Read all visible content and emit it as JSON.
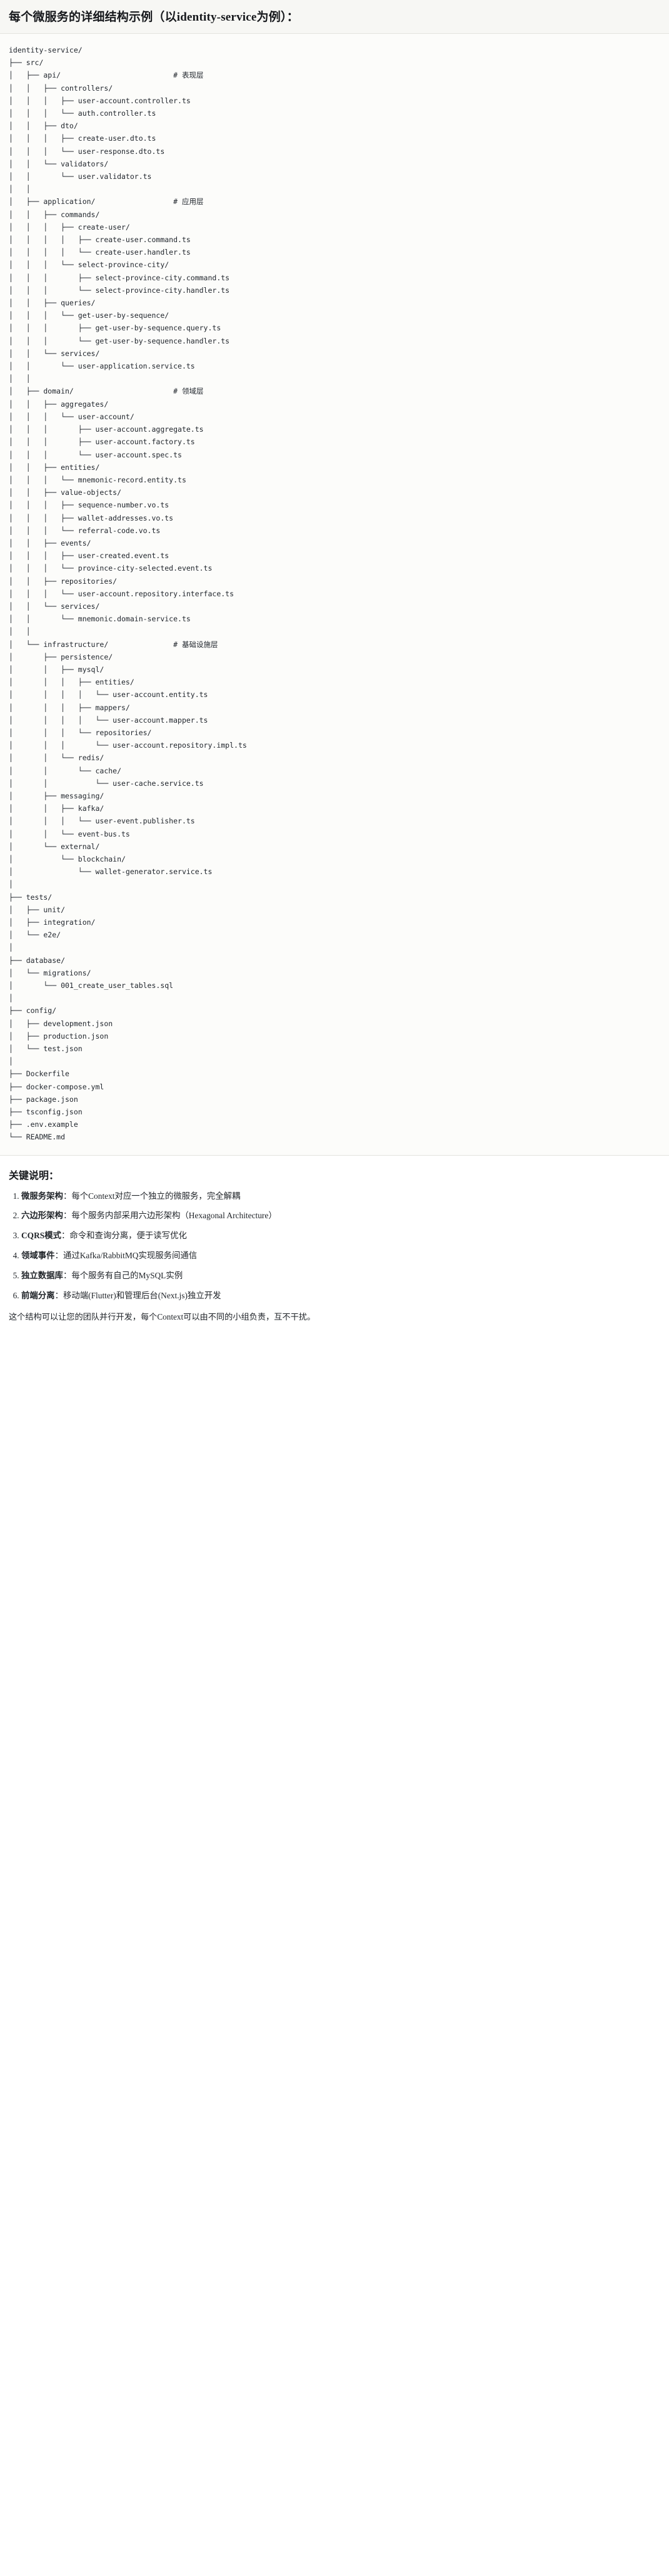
{
  "title": "每个微服务的详细结构示例（以identity-service为例）：",
  "tree": {
    "text": "identity-service/\n├── src/\n│   ├── api/                          # 表现层\n│   │   ├── controllers/\n│   │   │   ├── user-account.controller.ts\n│   │   │   └── auth.controller.ts\n│   │   ├── dto/\n│   │   │   ├── create-user.dto.ts\n│   │   │   └── user-response.dto.ts\n│   │   └── validators/\n│   │       └── user.validator.ts\n│   │\n│   ├── application/                  # 应用层\n│   │   ├── commands/\n│   │   │   ├── create-user/\n│   │   │   │   ├── create-user.command.ts\n│   │   │   │   └── create-user.handler.ts\n│   │   │   └── select-province-city/\n│   │   │       ├── select-province-city.command.ts\n│   │   │       └── select-province-city.handler.ts\n│   │   ├── queries/\n│   │   │   └── get-user-by-sequence/\n│   │   │       ├── get-user-by-sequence.query.ts\n│   │   │       └── get-user-by-sequence.handler.ts\n│   │   └── services/\n│   │       └── user-application.service.ts\n│   │\n│   ├── domain/                       # 领域层\n│   │   ├── aggregates/\n│   │   │   └── user-account/\n│   │   │       ├── user-account.aggregate.ts\n│   │   │       ├── user-account.factory.ts\n│   │   │       └── user-account.spec.ts\n│   │   ├── entities/\n│   │   │   └── mnemonic-record.entity.ts\n│   │   ├── value-objects/\n│   │   │   ├── sequence-number.vo.ts\n│   │   │   ├── wallet-addresses.vo.ts\n│   │   │   └── referral-code.vo.ts\n│   │   ├── events/\n│   │   │   ├── user-created.event.ts\n│   │   │   └── province-city-selected.event.ts\n│   │   ├── repositories/\n│   │   │   └── user-account.repository.interface.ts\n│   │   └── services/\n│   │       └── mnemonic.domain-service.ts\n│   │\n│   └── infrastructure/               # 基础设施层\n│       ├── persistence/\n│       │   ├── mysql/\n│       │   │   ├── entities/\n│       │   │   │   └── user-account.entity.ts\n│       │   │   ├── mappers/\n│       │   │   │   └── user-account.mapper.ts\n│       │   │   └── repositories/\n│       │   │       └── user-account.repository.impl.ts\n│       │   └── redis/\n│       │       └── cache/\n│       │           └── user-cache.service.ts\n│       ├── messaging/\n│       │   ├── kafka/\n│       │   │   └── user-event.publisher.ts\n│       │   └── event-bus.ts\n│       └── external/\n│           └── blockchain/\n│               └── wallet-generator.service.ts\n│\n├── tests/\n│   ├── unit/\n│   ├── integration/\n│   └── e2e/\n│\n├── database/\n│   └── migrations/\n│       └── 001_create_user_tables.sql\n│\n├── config/\n│   ├── development.json\n│   ├── production.json\n│   └── test.json\n│\n├── Dockerfile\n├── docker-compose.yml\n├── package.json\n├── tsconfig.json\n├── .env.example\n└── README.md",
    "layer_comments": [
      "# 表现层",
      "# 应用层",
      "# 领域层",
      "# 基础设施层"
    ],
    "root": "identity-service/"
  },
  "notes": {
    "heading": "关键说明：",
    "items": [
      {
        "term": "微服务架构",
        "desc": "：每个Context对应一个独立的微服务，完全解耦"
      },
      {
        "term": "六边形架构",
        "desc": "：每个服务内部采用六边形架构（Hexagonal Architecture）"
      },
      {
        "term": "CQRS模式",
        "desc": "：命令和查询分离，便于读写优化"
      },
      {
        "term": "领域事件",
        "desc": "：通过Kafka/RabbitMQ实现服务间通信"
      },
      {
        "term": "独立数据库",
        "desc": "：每个服务有自己的MySQL实例"
      },
      {
        "term": "前端分离",
        "desc": "：移动端(Flutter)和管理后台(Next.js)独立开发"
      }
    ],
    "closing": "这个结构可以让您的团队并行开发，每个Context可以由不同的小组负责，互不干扰。"
  }
}
